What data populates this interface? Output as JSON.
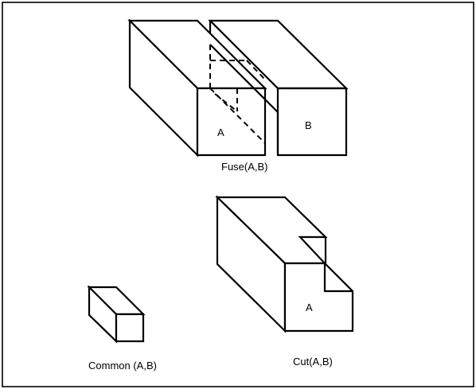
{
  "fuse": {
    "caption": "Fuse(A,B)",
    "label_a": "A",
    "label_b": "B",
    "shade_color": "#e4e4e4"
  },
  "cut": {
    "caption": "Cut(A,B)",
    "label_a": "A"
  },
  "common": {
    "caption": "Common (A,B)"
  }
}
